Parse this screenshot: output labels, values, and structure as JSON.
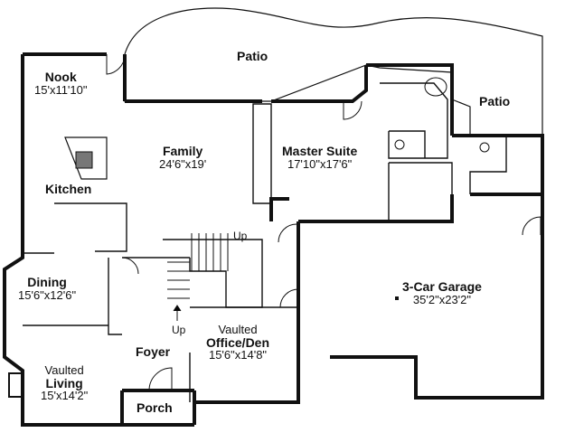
{
  "rooms": {
    "patio_main": {
      "name": "Patio"
    },
    "patio_side": {
      "name": "Patio"
    },
    "nook": {
      "name": "Nook",
      "dims": "15'x11'10\""
    },
    "family": {
      "name": "Family",
      "dims": "24'6\"x19'"
    },
    "master_suite": {
      "name": "Master Suite",
      "dims": "17'10\"x17'6\""
    },
    "kitchen": {
      "name": "Kitchen"
    },
    "dining": {
      "name": "Dining",
      "dims": "15'6\"x12'6\""
    },
    "garage": {
      "name": "3-Car Garage",
      "dims": "35'2\"x23'2\""
    },
    "foyer": {
      "name": "Foyer"
    },
    "office": {
      "prefix": "Vaulted",
      "name": "Office/Den",
      "dims": "15'6\"x14'8\""
    },
    "living": {
      "prefix": "Vaulted",
      "name": "Living",
      "dims": "15'x14'2\""
    },
    "porch": {
      "name": "Porch"
    }
  },
  "stairs": {
    "up_top": "Up",
    "up_bottom": "Up"
  }
}
